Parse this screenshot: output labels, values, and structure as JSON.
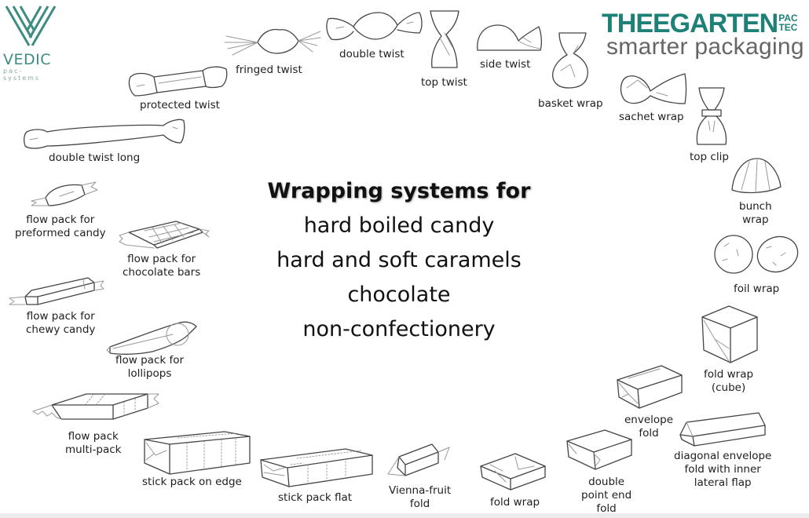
{
  "logos": {
    "vedic": {
      "name": "VEDIC",
      "subtitle": "pac-systems",
      "color": "#3c8c82"
    },
    "theegarten": {
      "name": "THEEGARTEN",
      "pac": "PAC",
      "tec": "TEC",
      "tagline": "smarter packaging",
      "color": "#1e8178"
    }
  },
  "center": {
    "heading": "Wrapping systems for",
    "lines": [
      "hard boiled candy",
      "hard and soft caramels",
      "chocolate",
      "non-confectionery"
    ]
  },
  "styles": [
    {
      "id": "double-twist-long",
      "label": "double twist long"
    },
    {
      "id": "protected-twist",
      "label": "protected twist"
    },
    {
      "id": "fringed-twist",
      "label": "fringed twist"
    },
    {
      "id": "double-twist",
      "label": "double twist"
    },
    {
      "id": "top-twist",
      "label": "top twist"
    },
    {
      "id": "side-twist",
      "label": "side twist"
    },
    {
      "id": "basket-wrap",
      "label": "basket wrap"
    },
    {
      "id": "sachet-wrap",
      "label": "sachet wrap"
    },
    {
      "id": "top-clip",
      "label": "top clip"
    },
    {
      "id": "bunch-wrap",
      "label": [
        "bunch",
        "wrap"
      ]
    },
    {
      "id": "foil-wrap",
      "label": "foil wrap"
    },
    {
      "id": "fold-wrap-cube",
      "label": [
        "fold wrap",
        "(cube)"
      ]
    },
    {
      "id": "envelope-fold",
      "label": [
        "envelope",
        "fold"
      ]
    },
    {
      "id": "diagonal-envelope-fold",
      "label": [
        "diagonal envelope",
        "fold with inner",
        "lateral flap"
      ]
    },
    {
      "id": "double-point-end-fold",
      "label": [
        "double",
        "point end",
        "fold"
      ]
    },
    {
      "id": "fold-wrap",
      "label": "fold wrap"
    },
    {
      "id": "vienna-fruit-fold",
      "label": [
        "Vienna-fruit",
        "fold"
      ]
    },
    {
      "id": "stick-pack-flat",
      "label": "stick pack flat"
    },
    {
      "id": "stick-pack-on-edge",
      "label": "stick pack on edge"
    },
    {
      "id": "flow-pack-multi-pack",
      "label": [
        "flow pack",
        "multi-pack"
      ]
    },
    {
      "id": "flow-pack-lollipops",
      "label": [
        "flow pack for",
        "lollipops"
      ]
    },
    {
      "id": "flow-pack-chewy-candy",
      "label": [
        "flow pack for",
        "chewy candy"
      ]
    },
    {
      "id": "flow-pack-chocolate-bars",
      "label": [
        "flow pack for",
        "chocolate bars"
      ]
    },
    {
      "id": "flow-pack-preformed-candy",
      "label": [
        "flow pack for",
        "preformed candy"
      ]
    }
  ]
}
